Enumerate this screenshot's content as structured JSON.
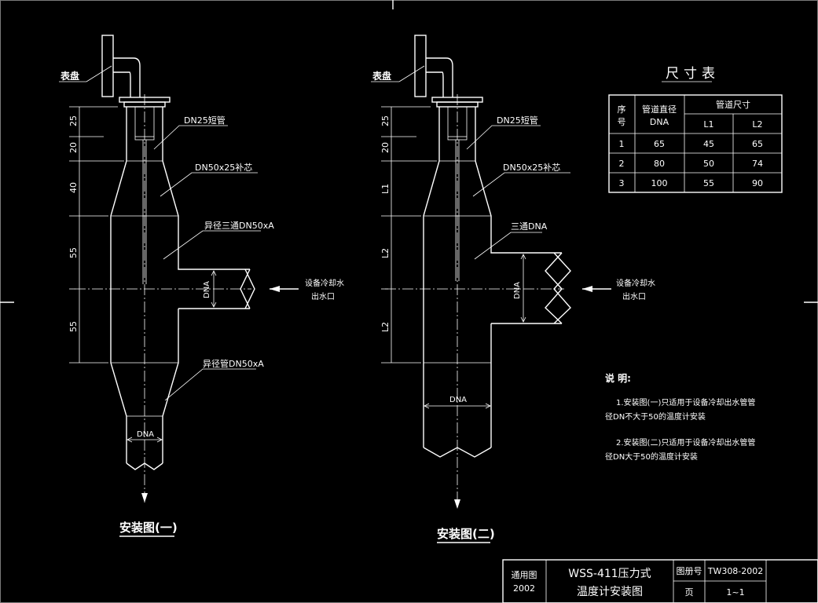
{
  "fig1": {
    "caption": "安装图(一)",
    "label_dial": "表盘",
    "callout_short_pipe": "DN25短管",
    "callout_reducer": "DN50x25补芯",
    "callout_tee": "异径三通DN50xA",
    "callout_reducer_pipe": "异径管DN50xA",
    "outlet_line1": "设备冷却水",
    "outlet_line2": "出水口",
    "dim_dna_side": "DNA",
    "dim_dna_bottom": "DNA",
    "dims": [
      "25",
      "20",
      "40",
      "55",
      "55"
    ]
  },
  "fig2": {
    "caption": "安装图(二)",
    "label_dial": "表盘",
    "callout_short_pipe": "DN25短管",
    "callout_reducer": "DN50x25补芯",
    "callout_tee": "三通DNA",
    "outlet_line1": "设备冷却水",
    "outlet_line2": "出水口",
    "dim_dna_side": "DNA",
    "dim_dna_bottom": "DNA",
    "dims": [
      "25",
      "20",
      "L1",
      "L2",
      "L2"
    ]
  },
  "size_table": {
    "title": "尺寸表",
    "h_no": [
      "序",
      "号"
    ],
    "h_dia": [
      "管道直径",
      "DNA"
    ],
    "h_size": "管道尺寸",
    "h_l1": "L1",
    "h_l2": "L2",
    "rows": [
      {
        "no": "1",
        "dna": "65",
        "l1": "45",
        "l2": "65"
      },
      {
        "no": "2",
        "dna": "80",
        "l1": "50",
        "l2": "74"
      },
      {
        "no": "3",
        "dna": "100",
        "l1": "55",
        "l2": "90"
      }
    ]
  },
  "notes": {
    "heading": "说 明:",
    "n1a": "1.安装图(一)只适用于设备冷却出水管管",
    "n1b": "径DN不大于50的温度计安装",
    "n2a": "2.安装图(二)只适用于设备冷却出水管管",
    "n2b": "径DN大于50的温度计安装"
  },
  "title_block": {
    "c1a": "通用图",
    "c1b": "2002",
    "title1": "WSS-411压力式",
    "title2": "温度计安装图",
    "k1": "图册号",
    "v1": "TW308-2002",
    "k2": "页",
    "v2": "1~1"
  }
}
